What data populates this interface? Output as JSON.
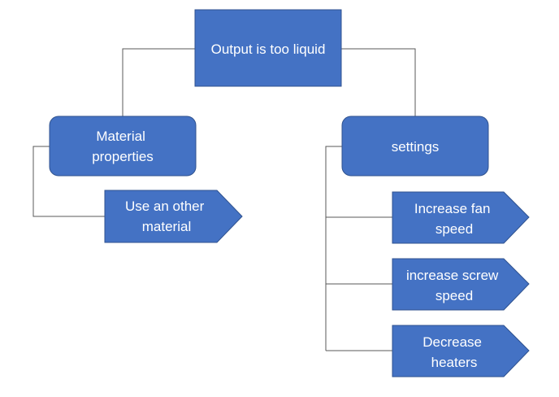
{
  "colors": {
    "node_fill": "#4472C4",
    "node_border": "#2F528F",
    "connector": "#595959",
    "text": "#FFFFFF"
  },
  "nodes": {
    "root": {
      "lines": [
        "Output is too liquid"
      ]
    },
    "material_properties": {
      "lines": [
        "Material",
        "properties"
      ]
    },
    "settings": {
      "lines": [
        "settings"
      ]
    },
    "use_other_material": {
      "lines": [
        "Use an other",
        "material"
      ]
    },
    "increase_fan_speed": {
      "lines": [
        "Increase fan",
        "speed"
      ]
    },
    "increase_screw_speed": {
      "lines": [
        "increase screw",
        "speed"
      ]
    },
    "decrease_heaters": {
      "lines": [
        "Decrease",
        "heaters"
      ]
    }
  }
}
